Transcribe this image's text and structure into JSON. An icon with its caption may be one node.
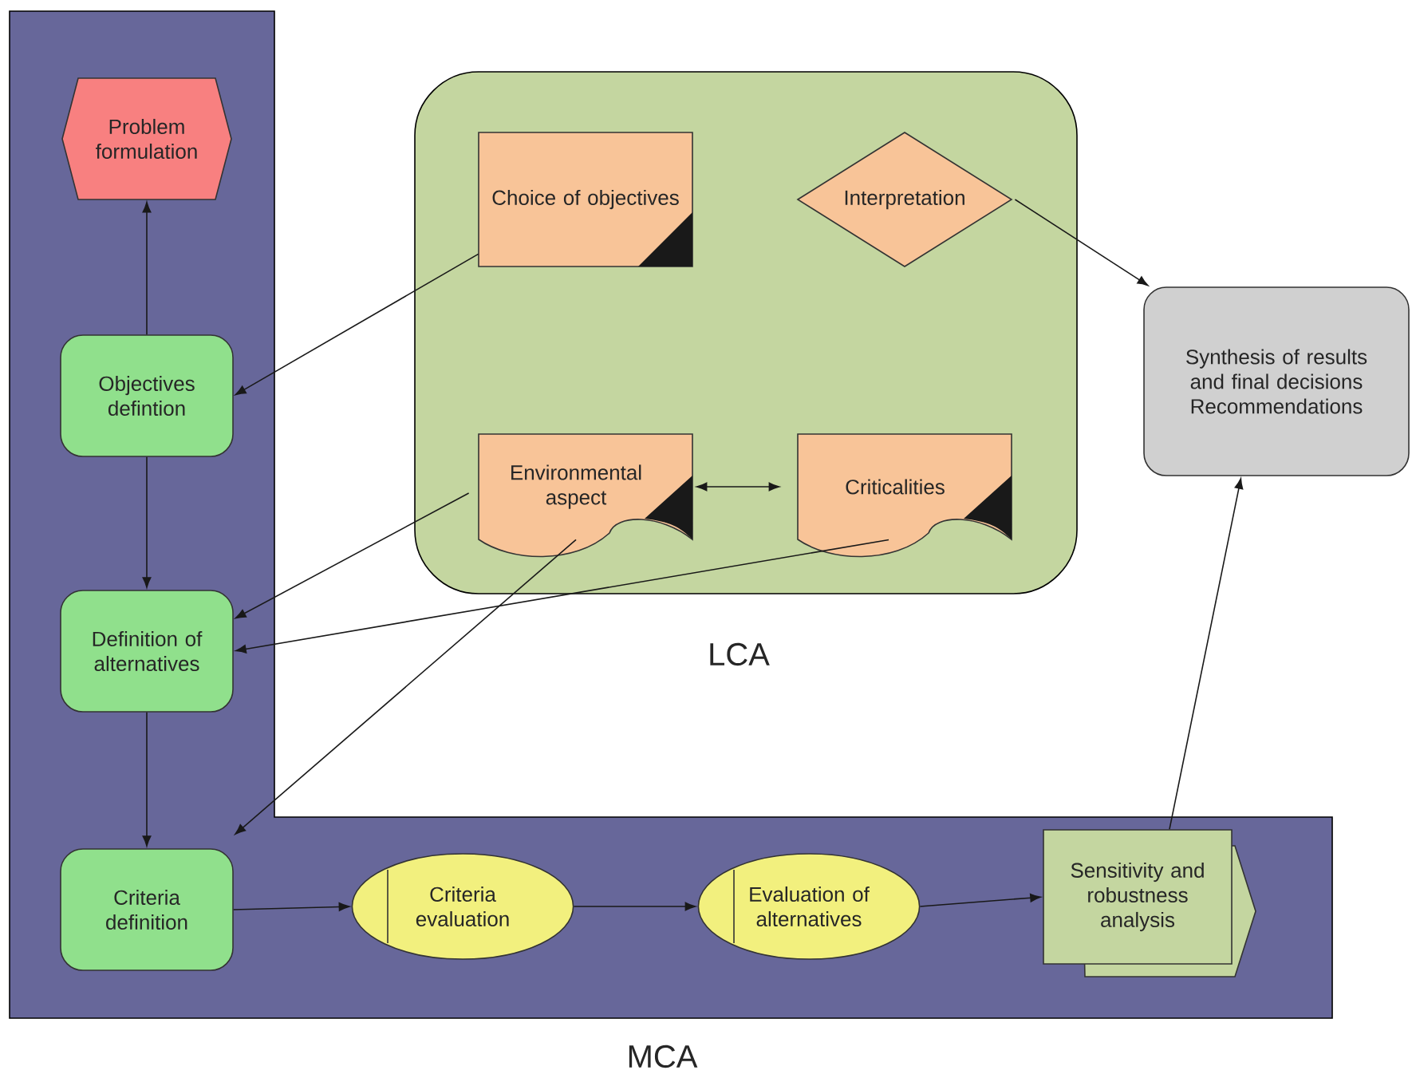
{
  "diagram": {
    "nodes": [
      {
        "text": [
          "MCA"
        ]
      },
      {
        "text": [
          "Problem formulation"
        ],
        "in": 0
      },
      {
        "text": [
          "Objectives defintion"
        ],
        "in": 0
      },
      {
        "text": [
          "Definition of alternatives"
        ],
        "in": 0
      },
      {
        "text": [
          "Criteria definition"
        ],
        "in": 0
      },
      {
        "text": [
          "Criteria evaluation"
        ],
        "in": 0
      },
      {
        "text": [
          "Evaluation of alternatives"
        ],
        "in": 0
      },
      {
        "text": [
          "Sensitivity and robustness analysis"
        ],
        "in": 0
      },
      {
        "text": [
          "LCA"
        ]
      },
      {
        "text": [
          "Choice of objectives"
        ],
        "in": 8
      },
      {
        "text": [
          "Interpretation"
        ],
        "in": 8
      },
      {
        "text": [
          "Environmental aspect"
        ],
        "in": 8
      },
      {
        "text": [
          "Criticalities"
        ],
        "in": 8
      },
      {
        "text": [
          "Synthesis of results and final decisions",
          "Recommendations"
        ]
      }
    ],
    "edges": [
      {
        "from": 2,
        "to": 1,
        "arrow": "to"
      },
      {
        "from": 2,
        "to": 3,
        "arrow": "to"
      },
      {
        "from": 3,
        "to": 4,
        "arrow": "to"
      },
      {
        "from": 4,
        "to": 5,
        "arrow": "to"
      },
      {
        "from": 5,
        "to": 6,
        "arrow": "to"
      },
      {
        "from": 6,
        "to": 7,
        "arrow": "to"
      },
      {
        "from": 7,
        "to": 13,
        "arrow": "to"
      },
      {
        "from": 10,
        "to": 13,
        "arrow": "to"
      },
      {
        "from": 9,
        "to": 2,
        "arrow": "to"
      },
      {
        "from": 11,
        "to": 3,
        "arrow": "to"
      },
      {
        "from": 12,
        "to": 3,
        "arrow": "to"
      },
      {
        "from": 11,
        "to": 12,
        "arrow": "both"
      },
      {
        "from": 11,
        "to": 4,
        "arrow": "to"
      }
    ]
  }
}
